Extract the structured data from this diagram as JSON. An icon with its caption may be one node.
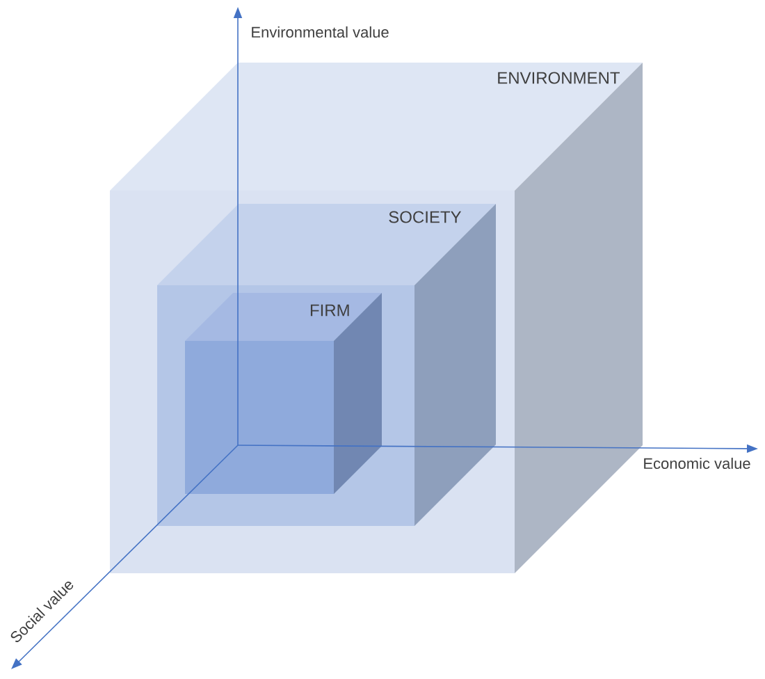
{
  "diagram": {
    "nodes": [
      {
        "text": [
          "ENVIRONMENT"
        ]
      },
      {
        "text": [
          "SOCIETY"
        ],
        "in": 0
      },
      {
        "text": [
          "FIRM"
        ],
        "in": 1
      }
    ],
    "labels": [
      "Environmental value",
      "Economic value",
      "Social value"
    ]
  }
}
